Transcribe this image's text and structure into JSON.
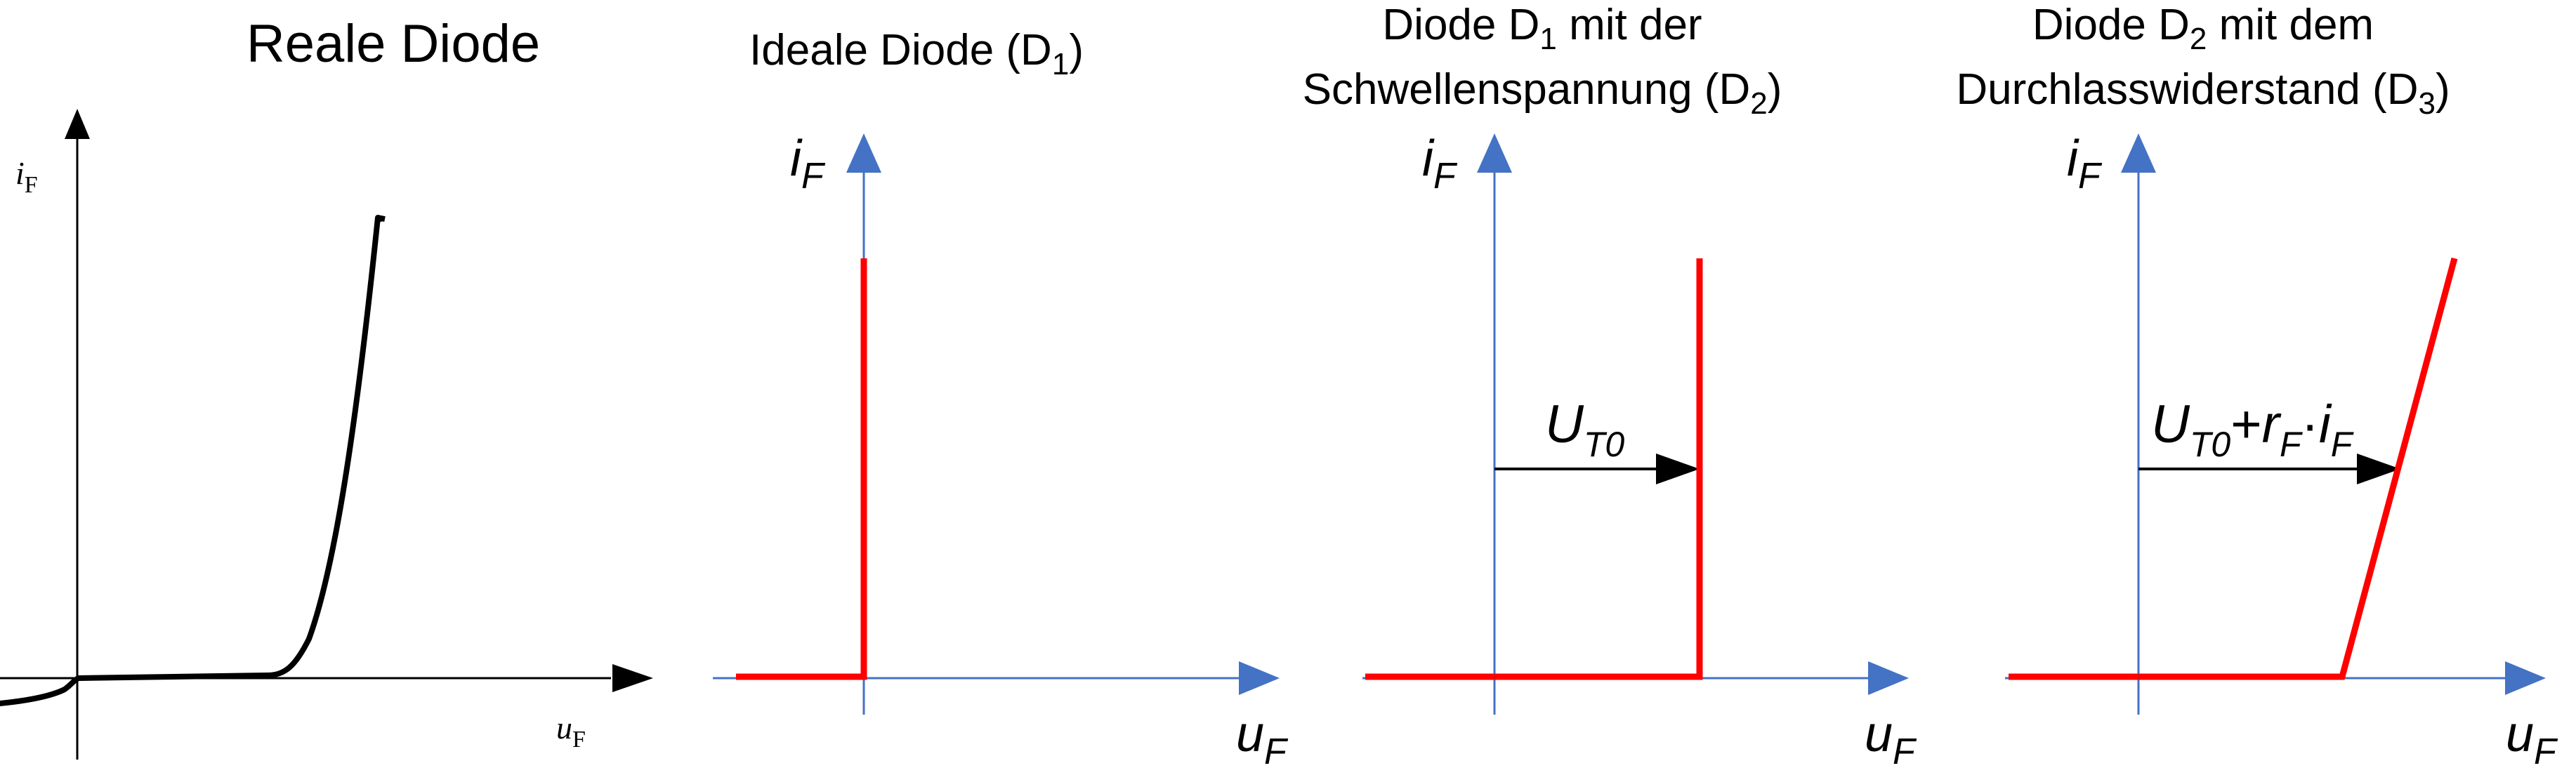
{
  "panels": [
    {
      "id": "real",
      "title": [
        "Reale Diode"
      ],
      "y_label": {
        "base": "i",
        "sub": "F"
      },
      "x_label": {
        "base": "u",
        "sub": "F"
      }
    },
    {
      "id": "ideal",
      "title": [
        {
          "text": "Ideale Diode (D",
          "sub": "1",
          "after": ")"
        }
      ],
      "y_label": {
        "base": "i",
        "sub": "F"
      },
      "x_label": {
        "base": "u",
        "sub": "F"
      }
    },
    {
      "id": "threshold",
      "title": [
        {
          "text": "Diode D",
          "sub": "1",
          "after": " mit der"
        },
        {
          "text": "Schwellenspannung (D",
          "sub": "2",
          "after": ")"
        }
      ],
      "y_label": {
        "base": "i",
        "sub": "F"
      },
      "x_label": {
        "base": "u",
        "sub": "F"
      },
      "annotation": {
        "base": "U",
        "sub": "T0"
      }
    },
    {
      "id": "resistance",
      "title": [
        {
          "text": "Diode D",
          "sub": "2",
          "after": " mit dem"
        },
        {
          "text": "Durchlasswiderstand (D",
          "sub": "3",
          "after": ")"
        }
      ],
      "y_label": {
        "base": "i",
        "sub": "F"
      },
      "x_label": {
        "base": "u",
        "sub": "F"
      },
      "annotation": {
        "parts": [
          {
            "base": "U",
            "sub": "T0"
          },
          {
            "plain": "+"
          },
          {
            "base": "r",
            "sub": "F"
          },
          {
            "plain": "·"
          },
          {
            "base": "i",
            "sub": "F"
          }
        ]
      }
    }
  ],
  "colors": {
    "axis_blue": "#4472c4",
    "curve_red": "#ff0000",
    "ink": "#000000"
  }
}
